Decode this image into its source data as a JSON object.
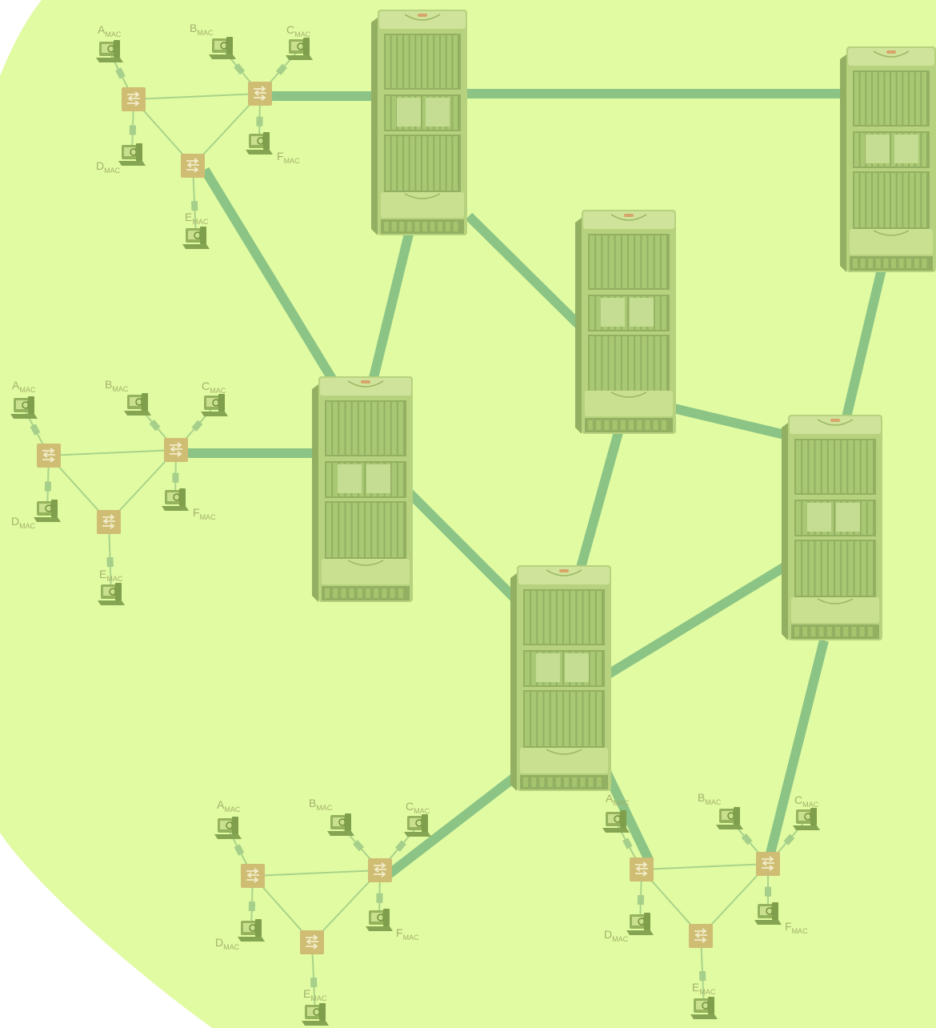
{
  "colors": {
    "background": "#e1fba2",
    "outside": "#ffffff",
    "trunk_link": "#8bc485",
    "access_link": "#a9d389",
    "switch": "#cfbd73",
    "rack_body": "#b7d27e",
    "rack_dark": "#93b062",
    "label": "#a3b26a",
    "pc": "#94b35c"
  },
  "icons": {
    "core_router": "chassis-router-icon",
    "access_switch": "switch-icon",
    "host": "desktop-computer-icon"
  },
  "core_routers": [
    {
      "id": "router-1"
    },
    {
      "id": "router-2"
    },
    {
      "id": "router-3"
    },
    {
      "id": "router-4"
    },
    {
      "id": "router-5"
    },
    {
      "id": "router-6"
    }
  ],
  "access_sites": [
    {
      "id": "site-top-left",
      "hosts": [
        {
          "letter": "A",
          "sub": "MAC"
        },
        {
          "letter": "B",
          "sub": "MAC"
        },
        {
          "letter": "C",
          "sub": "MAC"
        },
        {
          "letter": "D",
          "sub": "MAC"
        },
        {
          "letter": "E",
          "sub": "MAC"
        },
        {
          "letter": "F",
          "sub": "MAC"
        }
      ]
    },
    {
      "id": "site-middle-left",
      "hosts": [
        {
          "letter": "A",
          "sub": "MAC"
        },
        {
          "letter": "B",
          "sub": "MAC"
        },
        {
          "letter": "C",
          "sub": "MAC"
        },
        {
          "letter": "D",
          "sub": "MAC"
        },
        {
          "letter": "E",
          "sub": "MAC"
        },
        {
          "letter": "F",
          "sub": "MAC"
        }
      ]
    },
    {
      "id": "site-bottom-left",
      "hosts": [
        {
          "letter": "A",
          "sub": "MAC"
        },
        {
          "letter": "B",
          "sub": "MAC"
        },
        {
          "letter": "C",
          "sub": "MAC"
        },
        {
          "letter": "D",
          "sub": "MAC"
        },
        {
          "letter": "E",
          "sub": "MAC"
        },
        {
          "letter": "F",
          "sub": "MAC"
        }
      ]
    },
    {
      "id": "site-bottom-right",
      "hosts": [
        {
          "letter": "A",
          "sub": "MAC"
        },
        {
          "letter": "B",
          "sub": "MAC"
        },
        {
          "letter": "C",
          "sub": "MAC"
        },
        {
          "letter": "D",
          "sub": "MAC"
        },
        {
          "letter": "E",
          "sub": "MAC"
        },
        {
          "letter": "F",
          "sub": "MAC"
        }
      ]
    }
  ]
}
